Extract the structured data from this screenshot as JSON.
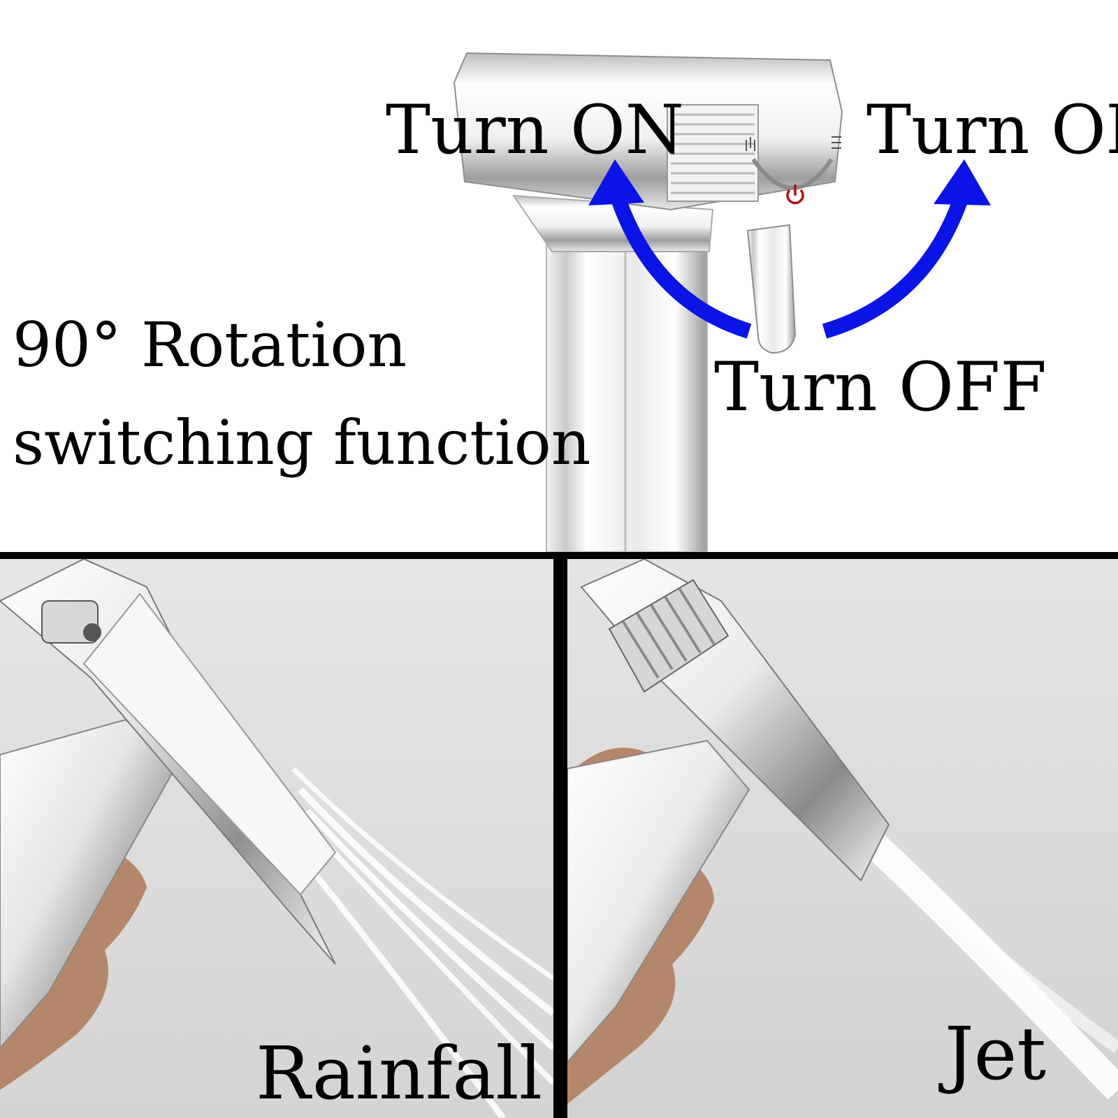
{
  "top": {
    "label_turn_on_left": "Turn ON",
    "label_turn_on_right": "Turn ON",
    "label_turn_off": "Turn OFF",
    "rotation_line1": "90° Rotation",
    "rotation_line2": "switching function"
  },
  "modes": {
    "rainfall": "Rainfall",
    "jet": "Jet"
  },
  "colors": {
    "arrow": "#0a14e6",
    "power_icon": "#b01010",
    "divider": "#000000"
  }
}
